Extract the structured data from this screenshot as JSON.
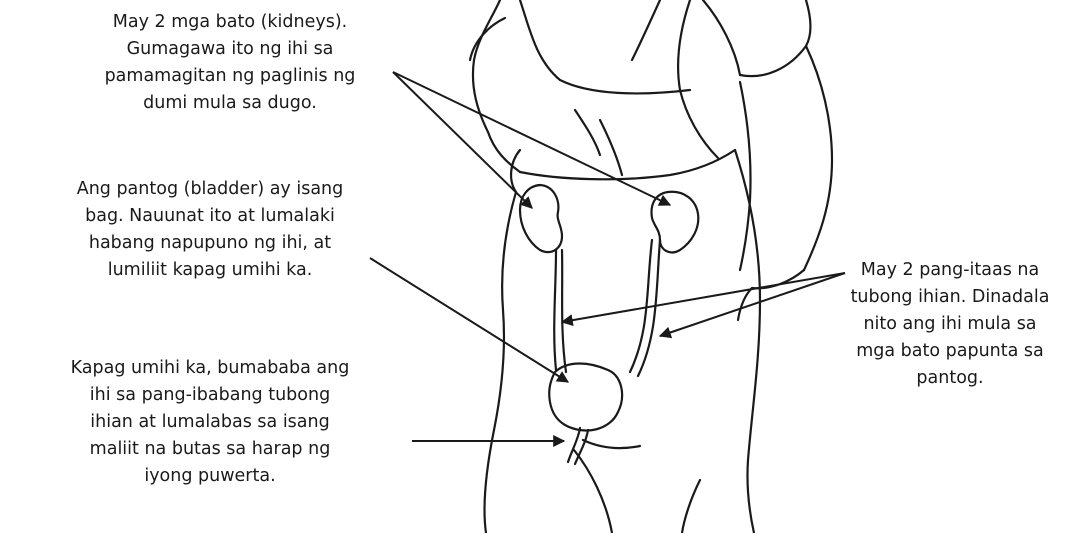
{
  "captions": {
    "kidneys": {
      "lines": [
        "May 2 mga bato (kidneys).",
        "Gumagawa ito ng ihi sa",
        "pamamagitan ng paglinis ng",
        "dumi mula sa dugo."
      ]
    },
    "bladder": {
      "lines": [
        "Ang pantog (bladder) ay isang",
        "bag. Nauunat ito at lumalaki",
        "habang napupuno ng ihi, at",
        "lumiliit kapag umihi ka."
      ]
    },
    "urethra": {
      "lines": [
        "Kapag umihi ka, bumababa ang",
        "ihi sa pang-ibabang tubong",
        "ihian at lumalabas sa isang",
        "maliit na butas sa harap ng",
        "iyong puwerta."
      ]
    },
    "ureters": {
      "lines": [
        "May 2 pang-itaas na",
        "tubong ihian. Dinadala",
        "nito ang ihi mula sa",
        "mga bato papunta sa",
        "pantog."
      ]
    }
  },
  "style": {
    "ink": "#1a1a1a",
    "background": "#ffffff"
  }
}
